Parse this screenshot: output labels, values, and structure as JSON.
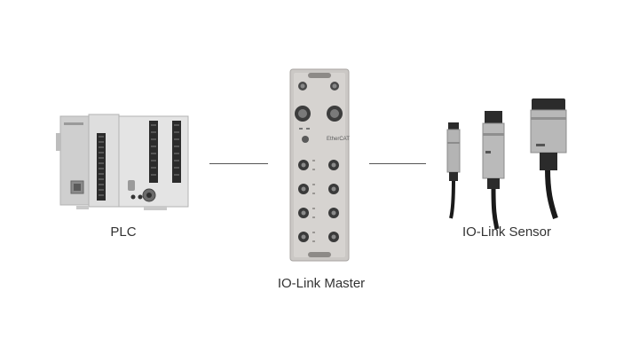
{
  "diagram": {
    "nodes": [
      {
        "id": "plc",
        "label": "PLC"
      },
      {
        "id": "master",
        "label": "IO-Link Master"
      },
      {
        "id": "sensor",
        "label": "IO-Link Sensor"
      }
    ],
    "edges": [
      {
        "from": "plc",
        "to": "master"
      },
      {
        "from": "master",
        "to": "sensor"
      }
    ],
    "device_text": {
      "master_brand": "EtherCAT"
    }
  },
  "colors": {
    "background": "#ffffff",
    "label_text": "#333333",
    "connector": "#555555",
    "plc_body": "#d9d9d9",
    "master_body": "#c9c6c3",
    "sensor_metal": "#b8b8b8",
    "cable": "#1a1a1a"
  }
}
